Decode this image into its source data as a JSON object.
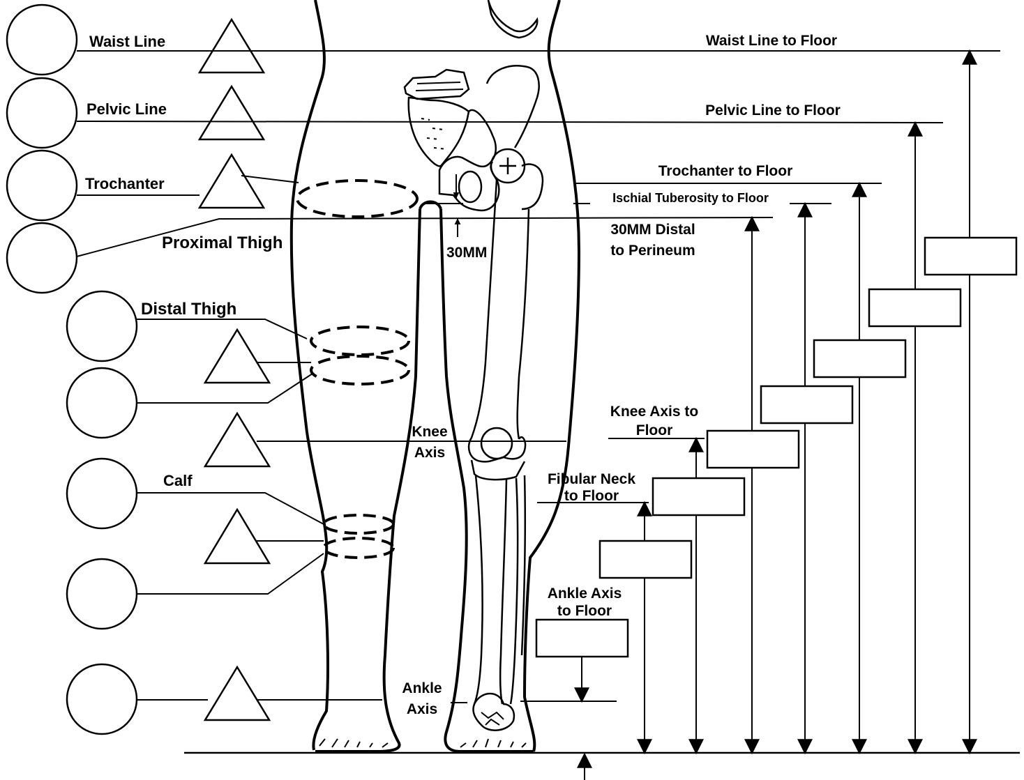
{
  "title": "",
  "left_labels": {
    "waist_line": "Waist Line",
    "pelvic_line": "Pelvic Line",
    "trochanter": "Trochanter",
    "proximal_thigh": "Proximal Thigh",
    "distal_thigh": "Distal Thigh",
    "calf": "Calf"
  },
  "center_labels": {
    "mm30": "30MM",
    "knee_axis_1": "Knee",
    "knee_axis_2": "Axis",
    "ankle_axis_1": "Ankle",
    "ankle_axis_2": "Axis"
  },
  "right_labels": {
    "waist_to_floor": "Waist Line to Floor",
    "pelvic_to_floor": "Pelvic Line to Floor",
    "trochanter_to_floor": "Trochanter to Floor",
    "ischial_to_floor": "Ischial Tuberosity to Floor",
    "distal_perineum_1": "30MM Distal",
    "distal_perineum_2": "to Perineum",
    "knee_to_floor_1": "Knee Axis to",
    "knee_to_floor_2": "Floor",
    "fibular_to_floor_1": "Fibular Neck",
    "fibular_to_floor_2": "to Floor",
    "ankle_to_floor_1": "Ankle Axis",
    "ankle_to_floor_2": "to Floor"
  },
  "icons": {
    "circle": "circumference-entry-circle",
    "triangle": "measurement-marker-triangle",
    "box": "length-entry-box",
    "arrow": "measurement-arrow"
  },
  "colors": {
    "ink": "#000000",
    "paper": "#ffffff"
  }
}
